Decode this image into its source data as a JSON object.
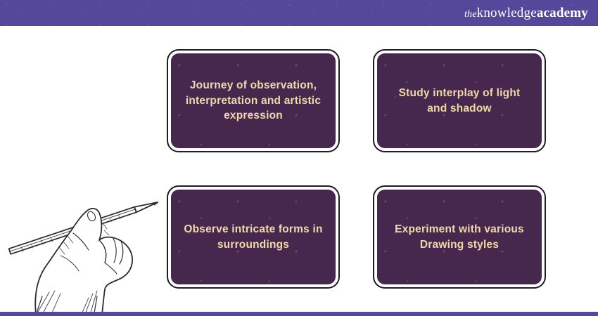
{
  "header": {
    "bg_color": "#55489A",
    "text_color": "#FFFFFF",
    "brand": {
      "prefix": "the",
      "name_regular": "knowledge",
      "name_bold": "academy"
    }
  },
  "cards": [
    {
      "text": "Journey of observation, interpretation and artistic expression"
    },
    {
      "text": "Study interplay of light and shadow"
    },
    {
      "text": "Observe intricate forms in surroundings"
    },
    {
      "text": "Experiment with various Drawing styles"
    }
  ],
  "card_style": {
    "fill_color": "#46284F",
    "text_color": "#F0D9A8",
    "outline_color": "#201A26",
    "gap_color": "#FFFFFF"
  },
  "footer": {
    "bg_color": "#55489A"
  },
  "illustration": {
    "name": "hand-holding-pencil-sketch",
    "stroke_color": "#2B2B33"
  }
}
